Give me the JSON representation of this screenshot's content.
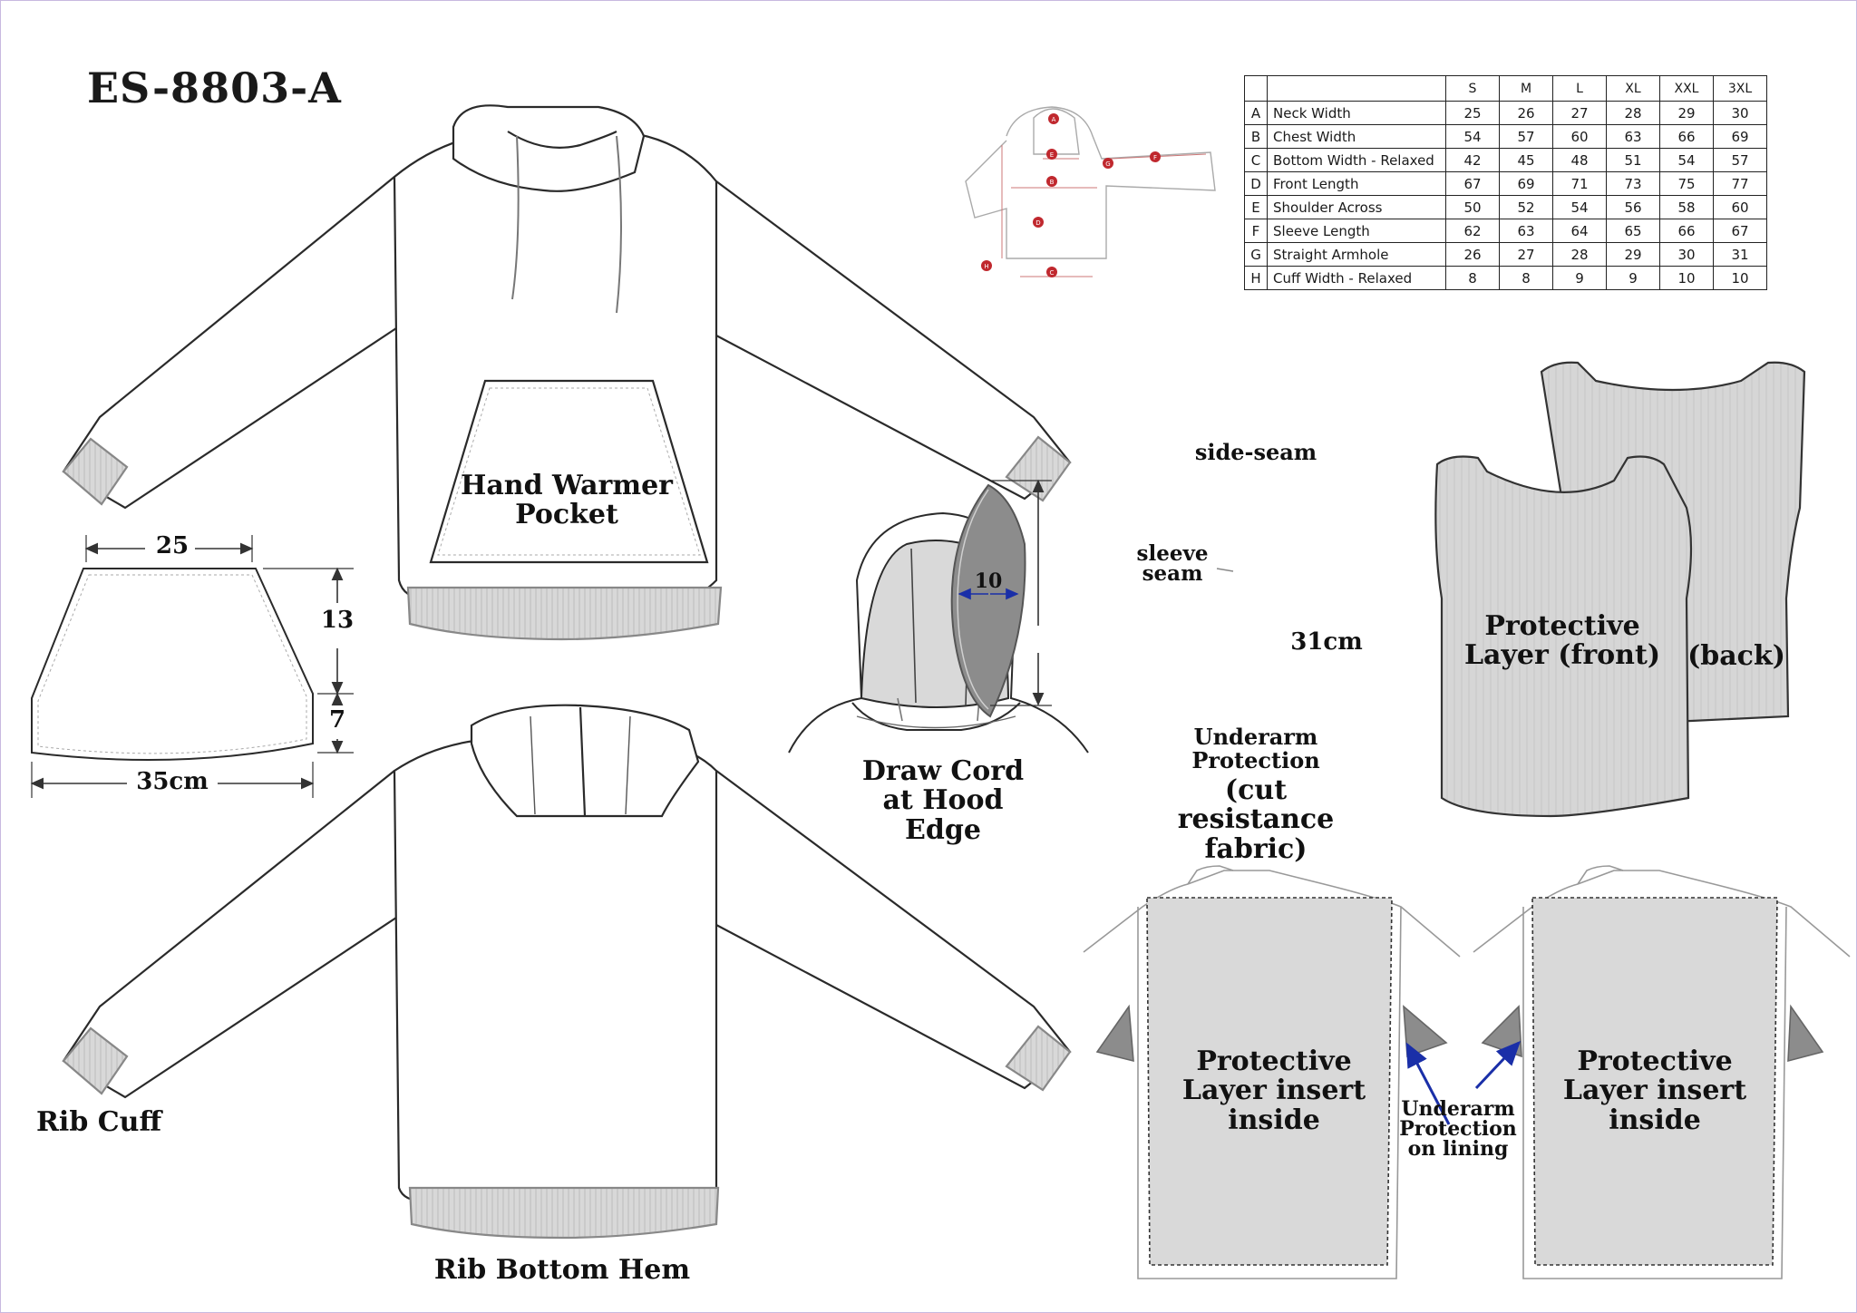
{
  "title": "ES-8803-A",
  "size_chart": {
    "sizes": [
      "S",
      "M",
      "L",
      "XL",
      "XXL",
      "3XL"
    ],
    "rows": [
      {
        "key": "A",
        "name": "Neck Width",
        "values": [
          "25",
          "26",
          "27",
          "28",
          "29",
          "30"
        ]
      },
      {
        "key": "B",
        "name": "Chest Width",
        "values": [
          "54",
          "57",
          "60",
          "63",
          "66",
          "69"
        ]
      },
      {
        "key": "C",
        "name": "Bottom Width - Relaxed",
        "values": [
          "42",
          "45",
          "48",
          "51",
          "54",
          "57"
        ]
      },
      {
        "key": "D",
        "name": "Front Length",
        "values": [
          "67",
          "69",
          "71",
          "73",
          "75",
          "77"
        ]
      },
      {
        "key": "E",
        "name": "Shoulder Across",
        "values": [
          "50",
          "52",
          "54",
          "56",
          "58",
          "60"
        ]
      },
      {
        "key": "F",
        "name": "Sleeve Length",
        "values": [
          "62",
          "63",
          "64",
          "65",
          "66",
          "67"
        ]
      },
      {
        "key": "G",
        "name": "Straight Armhole",
        "values": [
          "26",
          "27",
          "28",
          "29",
          "30",
          "31"
        ]
      },
      {
        "key": "H",
        "name": "Cuff Width - Relaxed",
        "values": [
          "8",
          "8",
          "9",
          "9",
          "10",
          "10"
        ]
      }
    ]
  },
  "guide_markers": [
    "A",
    "E",
    "G",
    "F",
    "B",
    "D",
    "H",
    "C"
  ],
  "labels": {
    "pocket": "Hand Warmer Pocket",
    "rib_cuff": "Rib Cuff",
    "rib_hem": "Rib Bottom Hem",
    "draw_cord": "Draw Cord at Hood Edge",
    "side_seam": "side-seam",
    "sleeve_seam": "sleeve seam",
    "underarm": "Underarm Protection",
    "cut_resistance": "(cut resistance fabric)",
    "protective_front": "Protective Layer (front)",
    "protective_back": "(back)",
    "insert_left": "Protective Layer insert inside",
    "insert_right": "Protective Layer insert inside",
    "underarm_lining": "Underarm Protection on lining"
  },
  "measurements": {
    "hood_top": "25",
    "hood_bottom": "35cm",
    "hood_height_upper": "13",
    "hood_height_lower": "7",
    "gusset_width": "10",
    "gusset_length": "31cm"
  },
  "colors": {
    "outline": "#2a2a2a",
    "fill_gray": "#d9d9d9",
    "rib_gray": "#c9c9c9",
    "gusset_gray": "#8c8c8c",
    "guide_marker": "#c0282e",
    "arrow_blue": "#1a2fa8"
  }
}
